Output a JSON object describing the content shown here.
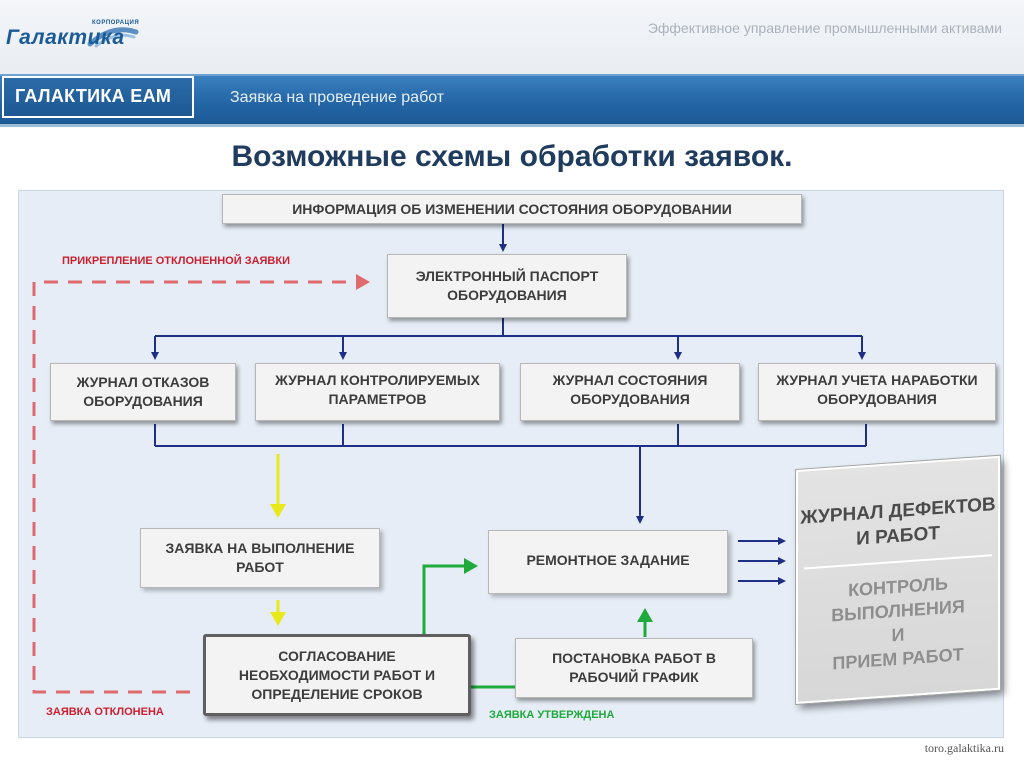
{
  "header": {
    "logo_corp": "КОРПОРАЦИЯ",
    "logo_name": "Галактика",
    "tagline": "Эффективное управление промышленными активами"
  },
  "banner": {
    "brand": "ГАЛАКТИКА EAM",
    "subtitle": "Заявка на проведение работ"
  },
  "title": "Возможные схемы обработки заявок.",
  "diagram": {
    "nodes": {
      "info": "ИНФОРМАЦИЯ ОБ ИЗМЕНЕНИИ СОСТОЯНИЯ ОБОРУДОВАНИИ",
      "passport": "ЭЛЕКТРОННЫЙ ПАСПОРТ\nОБОРУДОВАНИЯ",
      "failures_log": "ЖУРНАЛ ОТКАЗОВ\nОБОРУДОВАНИЯ",
      "params_log": "ЖУРНАЛ КОНТРОЛИРУЕМЫХ\nПАРАМЕТРОВ",
      "state_log": "ЖУРНАЛ СОСТОЯНИЯ\nОБОРУДОВАНИЯ",
      "runtime_log": "ЖУРНАЛ УЧЕТА НАРАБОТКИ\nОБОРУДОВАНИЯ",
      "work_request": "ЗАЯВКА НА ВЫПОЛНЕНИЕ\nРАБОТ",
      "repair_task": "РЕМОНТНОЕ ЗАДАНИЕ",
      "approval": "СОГЛАСОВАНИЕ\nНЕОБХОДИМОСТИ РАБОТ И\nОПРЕДЕЛЕНИЕ СРОКОВ",
      "schedule": "ПОСТАНОВКА РАБОТ В\nРАБОЧИЙ ГРАФИК",
      "defects_log": "ЖУРНАЛ ДЕФЕКТОВ\nИ РАБОТ",
      "control": "КОНТРОЛЬ\nВЫПОЛНЕНИЯ\nИ\nПРИЕМ РАБОТ"
    },
    "labels": {
      "reattach": "ПРИКРЕПЛЕНИЕ ОТКЛОНЕННОЙ ЗАЯВКИ",
      "rejected": "ЗАЯВКА ОТКЛОНЕНА",
      "approved": "ЗАЯВКА УТВЕРЖДЕНА"
    },
    "colors": {
      "flow": "#1f2f86",
      "rejected": "#e06b6f",
      "approved": "#1faa3c",
      "highlight": "#e8e81a",
      "label_red": "#cc1f2f",
      "label_green": "#1faa3c"
    }
  },
  "footer": {
    "url": "toro.galaktika.ru"
  }
}
